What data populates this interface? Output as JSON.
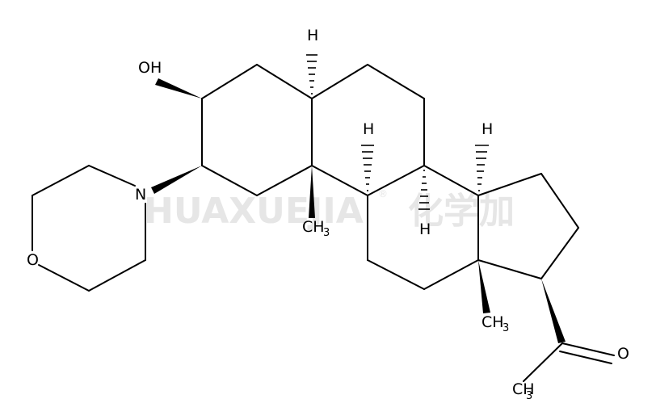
{
  "colors": {
    "bond": "#000000",
    "background": "#ffffff",
    "watermark": "#e6e6e6"
  },
  "watermark": {
    "latin": "HUAXUEJIA",
    "registered": "®",
    "cjk": "化学加"
  },
  "atoms": {
    "oh_label": "OH",
    "n_label": "N",
    "o_ring_label": "O",
    "o_carbonyl_label": "O",
    "h_5": "H",
    "h_8": "H",
    "h_9": "H",
    "h_14": "H",
    "ch3_19": {
      "main": "CH",
      "sub": "3"
    },
    "ch3_18": {
      "main": "CH",
      "sub": "3"
    },
    "ch3_21": {
      "main": "CH",
      "sub": "3"
    }
  }
}
